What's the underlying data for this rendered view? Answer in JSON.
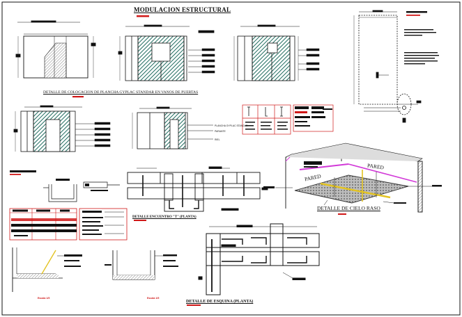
{
  "titles": {
    "main": "MODULACION ESTRUCTURAL",
    "puertas": "DETALLE DE COLOCACION DE PLANCHA GYPLAC STANDAR EN VANOS DE PUERTAS",
    "cielo_raso": "DETALLE DE CIELO RASO",
    "encuentro": "DETALLE ENCUENTRO \"T\" (PLANTA)",
    "esquina": "DETALLE DE ESQUINA (PLANTA)"
  },
  "labels": {
    "pared_left": "PARED",
    "pared_right": "PARED",
    "plancha_gyplac_standar": "PLANCHA GYPLAC STANDAR",
    "parante": "PARANTE",
    "riel": "RIEL",
    "escala_1": "Escala 1/5",
    "escala_2": "Escala 1/5"
  },
  "colors": {
    "line": "#111111",
    "hatch": "#1f6b5e",
    "accent_red": "#d01818",
    "magenta": "#d23ad8",
    "yellow": "#e3c322",
    "background": "#ffffff"
  }
}
